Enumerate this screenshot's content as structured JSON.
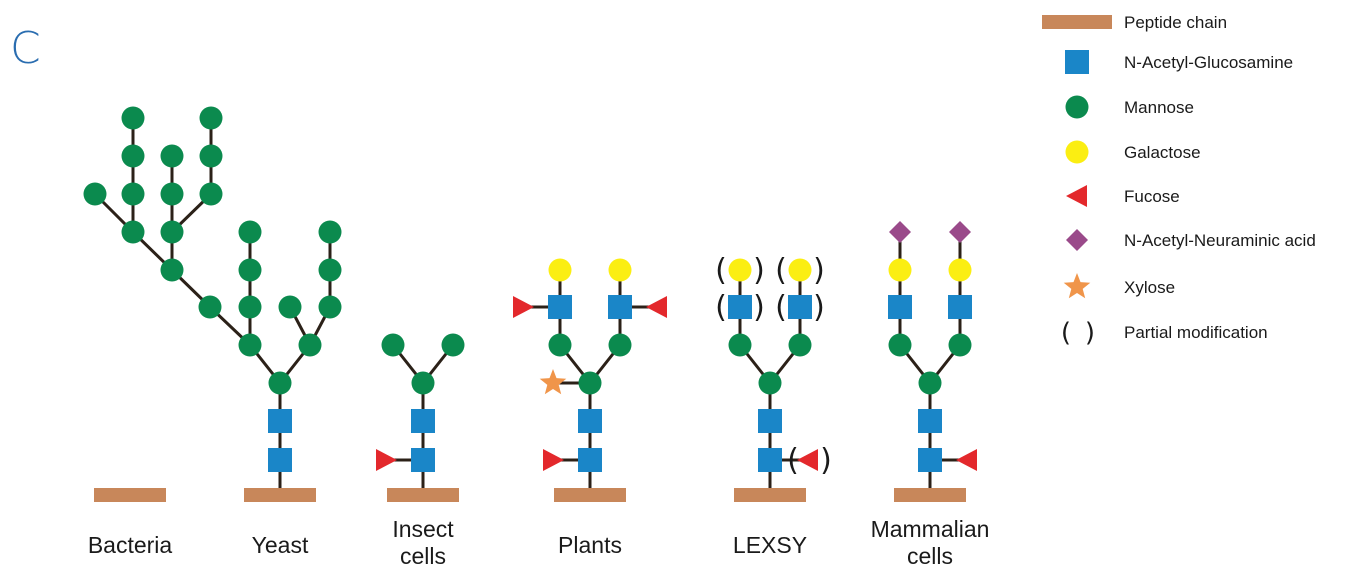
{
  "panel_letter": "C",
  "colors": {
    "peptide": "#c8875a",
    "glcnac": "#1a86c8",
    "mannose": "#0b8a4e",
    "galactose": "#fbee12",
    "fucose": "#e3282c",
    "neuac": "#9a4a8a",
    "xylose": "#f0954a",
    "bond": "#2b2118"
  },
  "organisms": [
    {
      "id": "bacteria",
      "lines": [
        "Bacteria"
      ]
    },
    {
      "id": "yeast",
      "lines": [
        "Yeast"
      ]
    },
    {
      "id": "insect",
      "lines": [
        "Insect",
        "cells"
      ]
    },
    {
      "id": "plants",
      "lines": [
        "Plants"
      ]
    },
    {
      "id": "lexsy",
      "lines": [
        "LEXSY"
      ]
    },
    {
      "id": "mammalian",
      "lines": [
        "Mammalian",
        "cells"
      ]
    }
  ],
  "legend": [
    {
      "key": "peptide",
      "icon": "peptide-bar-icon",
      "label": "Peptide chain"
    },
    {
      "key": "glcnac",
      "icon": "blue-square-icon",
      "label": "N-Acetyl-Glucosamine"
    },
    {
      "key": "mannose",
      "icon": "green-circle-icon",
      "label": "Mannose"
    },
    {
      "key": "galactose",
      "icon": "yellow-circle-icon",
      "label": "Galactose"
    },
    {
      "key": "fucose",
      "icon": "red-triangle-icon",
      "label": "Fucose"
    },
    {
      "key": "neuac",
      "icon": "purple-diamond-icon",
      "label": "N-Acetyl-Neuraminic acid"
    },
    {
      "key": "xylose",
      "icon": "orange-star-icon",
      "label": "Xylose"
    },
    {
      "key": "partial",
      "icon": "parentheses-icon",
      "label": "Partial modification"
    }
  ],
  "paren_open": "(",
  "paren_close": ")"
}
